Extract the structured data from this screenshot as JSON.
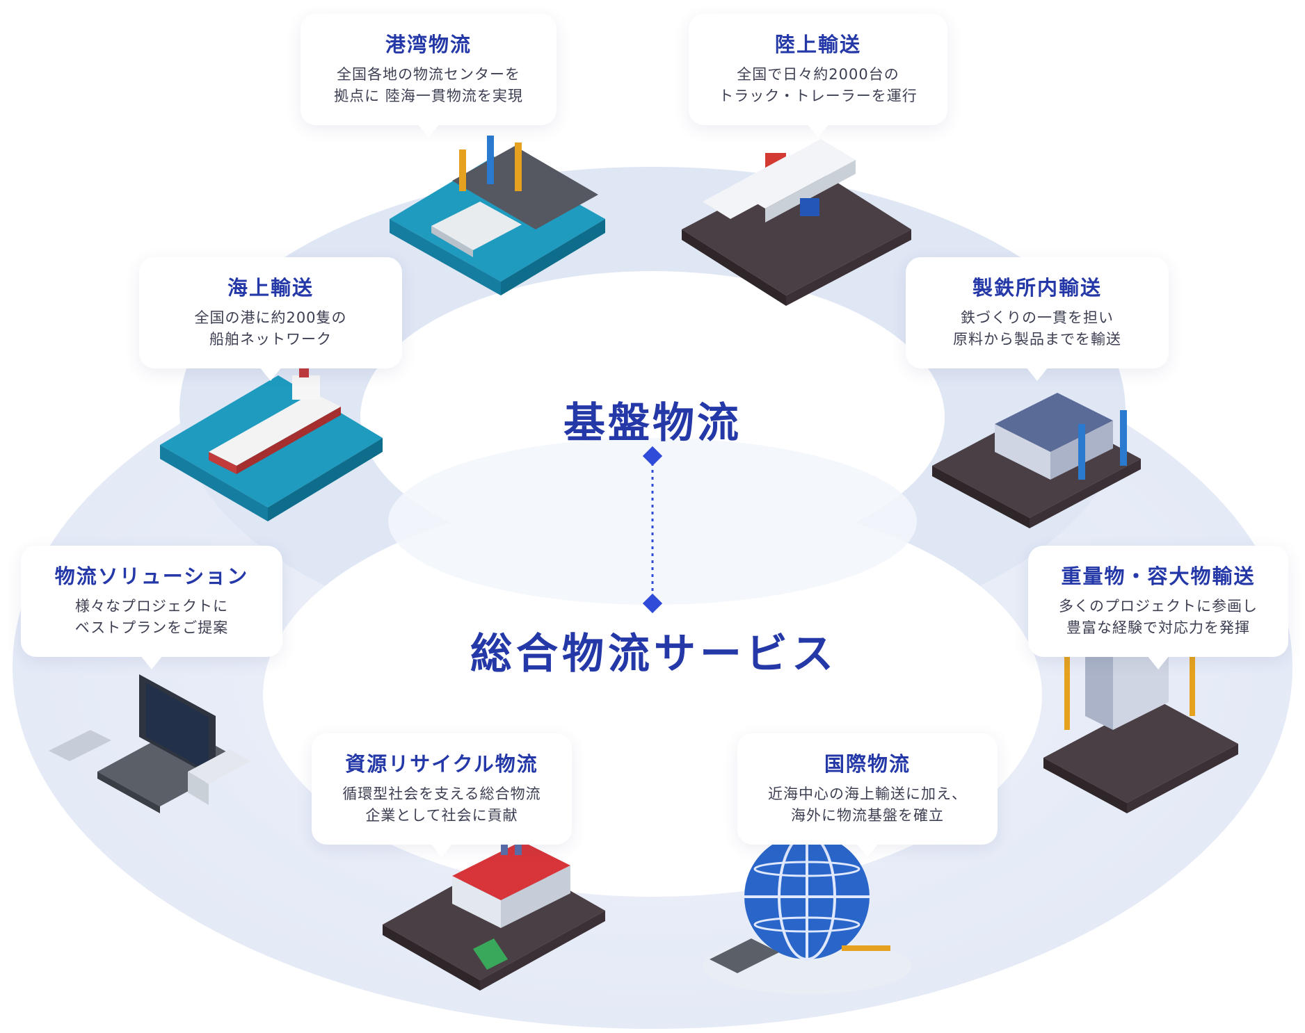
{
  "center": {
    "kiban": "基盤物流",
    "sogo": "総合物流サービス"
  },
  "colors": {
    "accent": "#2438a8",
    "connector": "#2f4bd8",
    "outer_ring": "#e9eef8",
    "inner_ring": "#dfe6f5",
    "sea": "#1f9bc0",
    "ground": "#4b3f46"
  },
  "cards": [
    {
      "id": "kowan",
      "title": "港湾物流",
      "lines": [
        "全国各地の物流センターを",
        "拠点に 陸海一貫物流を実現"
      ],
      "icon": "port-crane-icon"
    },
    {
      "id": "rikujo",
      "title": "陸上輸送",
      "lines": [
        "全国で日々約2000台の",
        "トラック・トレーラーを運行"
      ],
      "icon": "truck-yard-icon"
    },
    {
      "id": "kaijo",
      "title": "海上輸送",
      "lines": [
        "全国の港に約200隻の",
        "船舶ネットワーク"
      ],
      "icon": "ship-icon"
    },
    {
      "id": "seitetsu",
      "title": "製鉄所内輸送",
      "lines": [
        "鉄づくりの一貫を担い",
        "原料から製品までを輸送"
      ],
      "icon": "steel-plant-icon"
    },
    {
      "id": "solution",
      "title": "物流ソリューション",
      "lines": [
        "様々なプロジェクトに",
        "ベストプランをご提案"
      ],
      "icon": "laptop-icon"
    },
    {
      "id": "juryo",
      "title": "重量物・容大物輸送",
      "lines": [
        "多くのプロジェクトに参画し",
        "豊富な経験で対応力を発揮"
      ],
      "icon": "construction-crane-icon"
    },
    {
      "id": "recycle",
      "title": "資源リサイクル物流",
      "lines": [
        "循環型社会を支える総合物流",
        "企業として社会に貢献"
      ],
      "icon": "recycle-factory-icon"
    },
    {
      "id": "kokusai",
      "title": "国際物流",
      "lines": [
        "近海中心の海上輸送に加え、",
        "海外に物流基盤を確立"
      ],
      "icon": "globe-icon"
    }
  ]
}
